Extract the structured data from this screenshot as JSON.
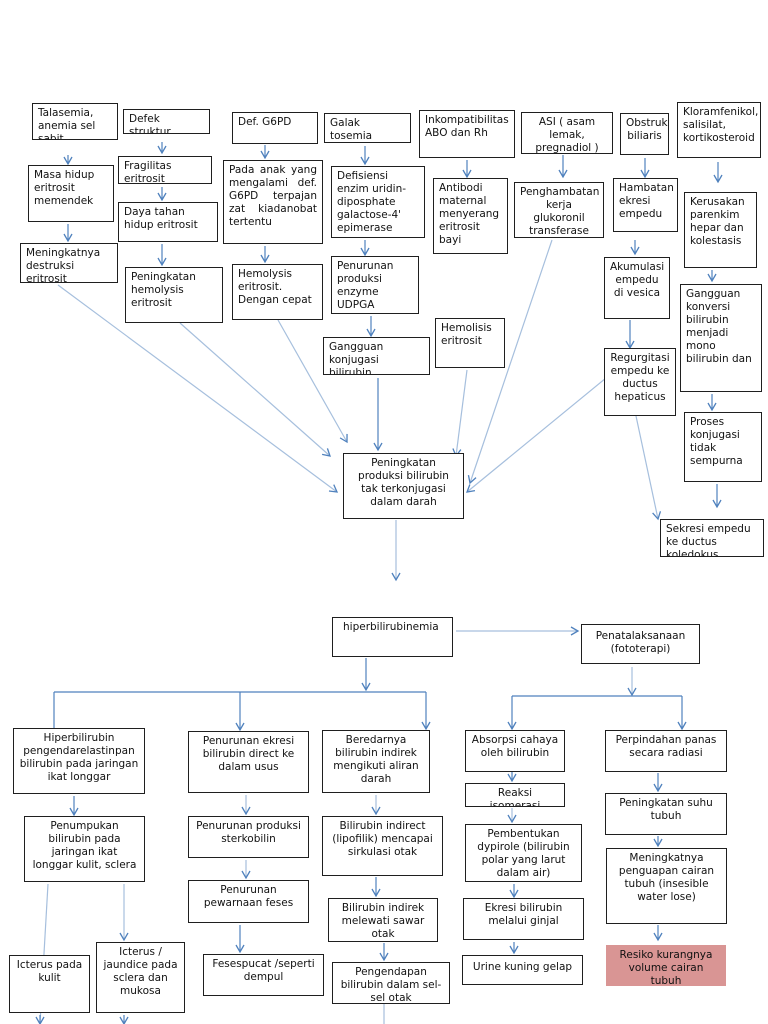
{
  "boxes": {
    "talasemia": "Talasemia, anemia sel sabit",
    "defek": "Defek struktur",
    "g6pd": "Def. G6PD",
    "galak": "Galak tosemia",
    "inkompat": "Inkompatibilitas ABO dan Rh",
    "asi": "ASI ( asam lemak, pregnadiol )",
    "obstruksi": "Obstruksi biliaris",
    "kloram": "Kloramfenikol, salisilat, kortikosteroid",
    "masa_hidup": "Masa hidup eritrosit memendek",
    "fragilitas": "Fragilitas eritrosit",
    "pada_anak": "Pada anak yang mengalami def. G6PD terpajan zat kiadanobat tertentu",
    "defisiensi": "Defisiensi enzim uridin-diposphate galactose-4' epimerase",
    "antibodi": "Antibodi maternal menyerang eritrosit bayi",
    "penghambatan": "Penghambatan kerja glukoronil transferase",
    "hambatan": "Hambatan ekresi empedu",
    "kerusakan": "Kerusakan parenkim hepar dan kolestasis",
    "daya_tahan": "Daya tahan hidup eritrosit",
    "meningkatnya_destruksi": "Meningkatnya destruksi eritrosit",
    "peningkatan_hemolysis": "Peningkatan hemolysis eritrosit",
    "hemolysis_cepat": "Hemolysis eritrosit. Dengan cepat",
    "penurunan_enzyme": "Penurunan produksi enzyme UDPGA",
    "akumulasi": "Akumulasi empedu di vesica",
    "gangguan_konversi": "Gangguan konversi bilirubin menjadi mono bilirubin dan",
    "gangguan_konjugasi": "Gangguan konjugasi bilirubin",
    "hemolisis": "Hemolisis eritrosit",
    "regurgitasi": "Regurgitasi empedu ke ductus hepaticus",
    "proses_konjugasi": "Proses konjugasi tidak sempurna",
    "peningkatan_produksi": "Peningkatan produksi bilirubin tak terkonjugasi dalam darah",
    "sekresi": "Sekresi empedu ke ductus koledokus",
    "hiper": "hiperbilirubinemia",
    "penatalaksanaan": "Penatalaksanaan (fototerapi)",
    "hiper_pengendapan": "Hiperbilirubin pengendarelastinpan bilirubin pada jaringan ikat longgar",
    "penurunan_ekresi": "Penurunan ekresi bilirubin direct ke dalam usus",
    "beredarnya": "Beredarnya bilirubin indirek mengikuti aliran darah",
    "absorpsi": "Absorpsi cahaya oleh bilirubin",
    "perpindahan": "Perpindahan panas secara radiasi",
    "reaksi": "Reaksi isomerasi bilirubin",
    "penumpukan": "Penumpukan bilirubin pada jaringan ikat longgar kulit, sclera",
    "penurunan_sterkobilin": "Penurunan produksi sterkobilin",
    "bilirubin_indirect": "Bilirubin indirect (lipofilik) mencapai sirkulasi otak",
    "peningkatan_suhu": "Peningkatan suhu tubuh",
    "pembentukan": "Pembentukan dypirole (bilirubin polar yang larut dalam air)",
    "meningkatnya_penguapan": "Meningkatnya penguapan cairan tubuh (insesible water lose)",
    "penurunan_pewarnaan": "Penurunan pewarnaan feses",
    "melewati": "Bilirubin indirek melewati sawar otak",
    "ekresi_ginjal": "Ekresi bilirubin melalui ginjal",
    "icterus_kulit": "Icterus pada kulit",
    "icterus_jaundice": "Icterus / jaundice pada sclera dan mukosa",
    "fesespucat": "Fesespucat /seperti dempul",
    "pengendapan_sel": "Pengendapan bilirubin dalam sel-sel otak",
    "urine": "Urine kuning gelap",
    "resiko": "Resiko kurangnya volume cairan tubuh"
  },
  "colors": {
    "arrow": "#4f81bd",
    "thin_line": "#a6bfdd",
    "risk_fill": "#d99594",
    "border": "#1f1f1f"
  }
}
